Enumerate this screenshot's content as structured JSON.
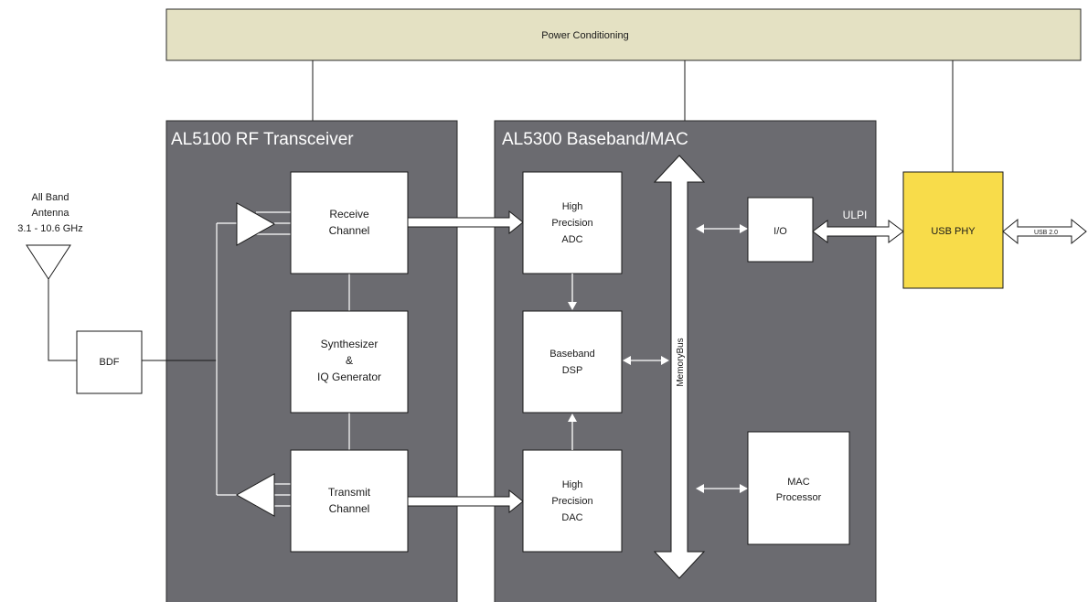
{
  "power": {
    "label": "Power Conditioning",
    "fill": "#e4e1c3"
  },
  "rf": {
    "title": "AL5100 RF Transceiver",
    "receive": [
      "Receive",
      "Channel"
    ],
    "synth": [
      "Synthesizer",
      "&",
      "IQ Generator"
    ],
    "transmit": [
      "Transmit",
      "Channel"
    ]
  },
  "mac": {
    "title": "AL5300 Baseband/MAC",
    "adc": [
      "High",
      "Precision",
      "ADC"
    ],
    "dsp": [
      "Baseband",
      "DSP"
    ],
    "dac": [
      "High",
      "Precision",
      "DAC"
    ],
    "io": "I/O",
    "processor": [
      "MAC",
      "Processor"
    ],
    "bus_label": "MemoryBus"
  },
  "antenna": [
    "All Band",
    "Antenna",
    "3.1 - 10.6 GHz"
  ],
  "bdf": "BDF",
  "ulpi": "ULPI",
  "usb_phy": {
    "label": "USB PHY",
    "fill": "#f8dc4a"
  },
  "usb2": "USB 2.0",
  "colors": {
    "block": "#6b6b70",
    "box": "#ffffff",
    "line": "#1a1a1a"
  }
}
